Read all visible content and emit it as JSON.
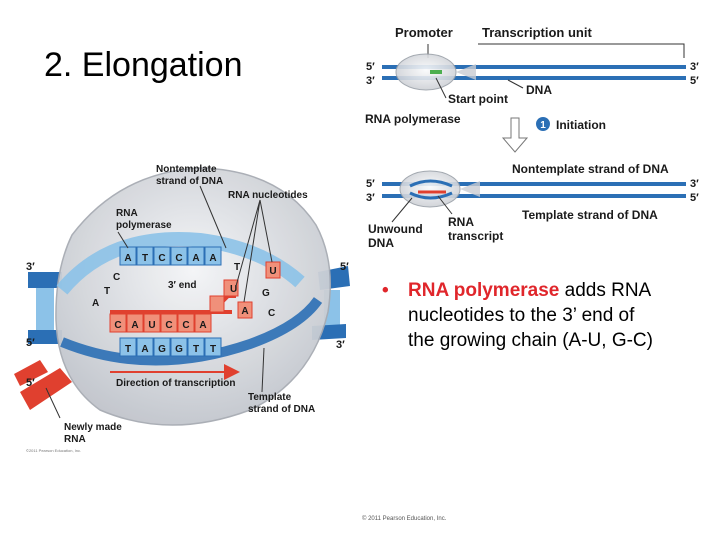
{
  "slide": {
    "title": "2. Elongation",
    "bullet_highlight": "RNA polymerase",
    "bullet_rest": " adds RNA nucleotides to the 3’ end of the growing chain (A-U, G-C)",
    "footer": "© 2011 Pearson Education, Inc."
  },
  "top_diagram": {
    "promoter": "Promoter",
    "transcription_unit": "Transcription unit",
    "five_prime": "5′",
    "three_prime": "3′",
    "dna": "DNA",
    "start_point": "Start point",
    "rna_polymerase": "RNA polymerase",
    "step_number": "1",
    "initiation": "Initiation",
    "nontemplate_strand": "Nontemplate strand of DNA",
    "template_strand": "Template strand of DNA",
    "unwound_1": "Unwound",
    "unwound_2": "DNA",
    "rna_transcript_1": "RNA",
    "rna_transcript_2": "transcript"
  },
  "elongation_diagram": {
    "nontemplate_1": "Nontemplate",
    "nontemplate_2": "strand of DNA",
    "rna_nucleotides": "RNA nucleotides",
    "rna_polymerase_1": "RNA",
    "rna_polymerase_2": "polymerase",
    "three_prime": "3′",
    "five_prime": "5′",
    "three_prime_end": "3′ end",
    "direction": "Direction of transcription",
    "template_1": "Template",
    "template_2": "strand of DNA",
    "newly_made_1": "Newly made",
    "newly_made_2": "RNA",
    "small_copyright": "©2011 Pearson Education, Inc.",
    "top_bases": [
      "A",
      "T",
      "C",
      "C",
      "A",
      "A"
    ],
    "top_side_bases": [
      "C",
      "T",
      "A"
    ],
    "rna_bases": [
      "C",
      "A",
      "U",
      "C",
      "C",
      "A"
    ],
    "bottom_bases": [
      "T",
      "A",
      "G",
      "G",
      "T",
      "T"
    ],
    "free_nucleotides": [
      "U",
      "A",
      "G",
      "C",
      "U",
      "T"
    ]
  },
  "colors": {
    "dna_blue": "#2b6fb5",
    "dna_light": "#8cc2e8",
    "rna_red": "#e0402f",
    "rna_light": "#f0907a",
    "highlight_red": "#e0262b"
  }
}
